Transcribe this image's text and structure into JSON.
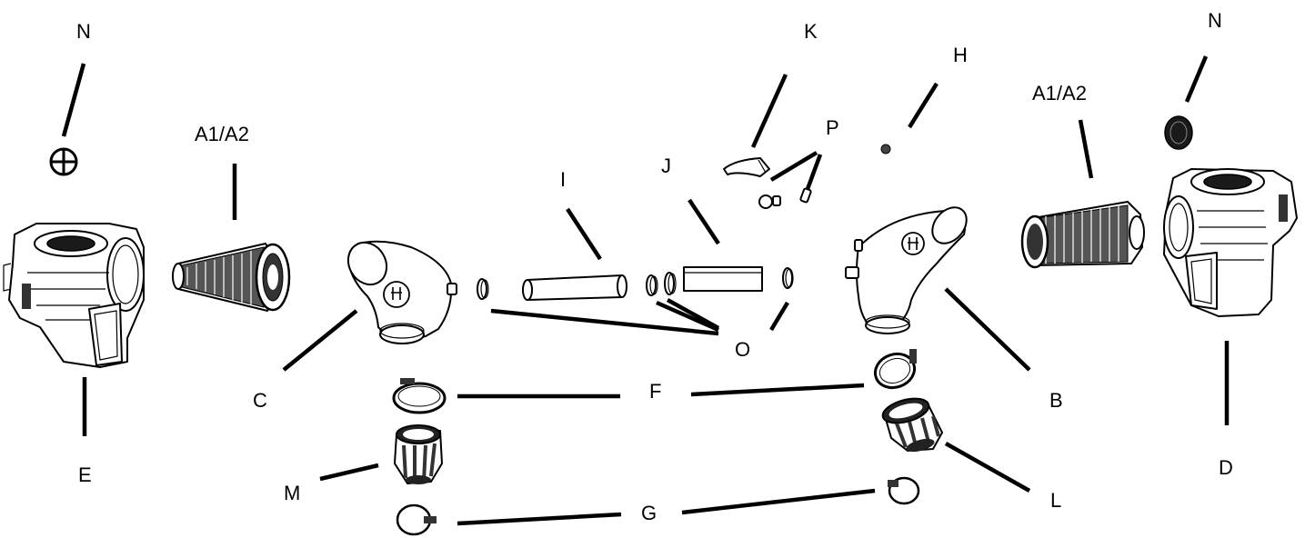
{
  "labels": {
    "n_left": "N",
    "n_right": "N",
    "a_left": "A1/A2",
    "a_right": "A1/A2",
    "k": "K",
    "h": "H",
    "p": "P",
    "i": "I",
    "j": "J",
    "c": "C",
    "b": "B",
    "o": "O",
    "f": "F",
    "e": "E",
    "d": "D",
    "m": "M",
    "l": "L",
    "g": "G"
  }
}
